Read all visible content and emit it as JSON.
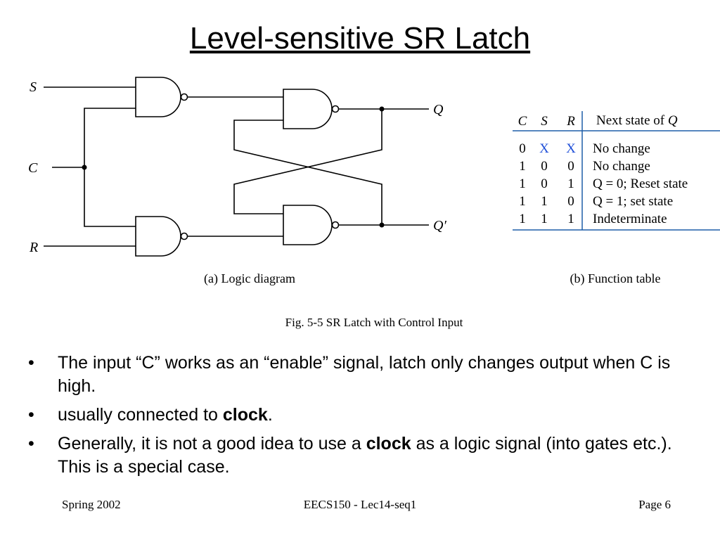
{
  "slide": {
    "title": "Level-sensitive SR Latch"
  },
  "diagram": {
    "inputs": {
      "s": "S",
      "c": "C",
      "r": "R"
    },
    "outputs": {
      "q": "Q",
      "q_prime": "Q′"
    },
    "caption_a": "(a) Logic diagram",
    "caption_b": "(b) Function table",
    "figure_caption": "Fig. 5-5  SR Latch with Control Input"
  },
  "function_table": {
    "headers": {
      "c": "C",
      "s": "S",
      "r": "R",
      "next_prefix": "Next state of ",
      "next_var": "Q"
    },
    "rows": [
      {
        "c": "0",
        "s": "X",
        "r": "X",
        "next": "No change"
      },
      {
        "c": "1",
        "s": "0",
        "r": "0",
        "next": "No change"
      },
      {
        "c": "1",
        "s": "0",
        "r": "1",
        "next": "Q = 0; Reset state"
      },
      {
        "c": "1",
        "s": "1",
        "r": "0",
        "next": "Q = 1; set state"
      },
      {
        "c": "1",
        "s": "1",
        "r": "1",
        "next": "Indeterminate"
      }
    ],
    "dont_care_color": "#1f4fd8"
  },
  "bullets": [
    {
      "text": "The input “C” works as an “enable” signal, latch only changes output when C is high."
    },
    {
      "pre": "usually connected to ",
      "bold": "clock",
      "post": "."
    },
    {
      "pre": "Generally, it is not a good idea to use a ",
      "bold": "clock",
      "post": " as a logic signal (into gates etc.).  This is a special case."
    }
  ],
  "bullet_marker": "•",
  "footer": {
    "left": "Spring 2002",
    "center": "EECS150 - Lec14-seq1",
    "right": "Page 6"
  }
}
